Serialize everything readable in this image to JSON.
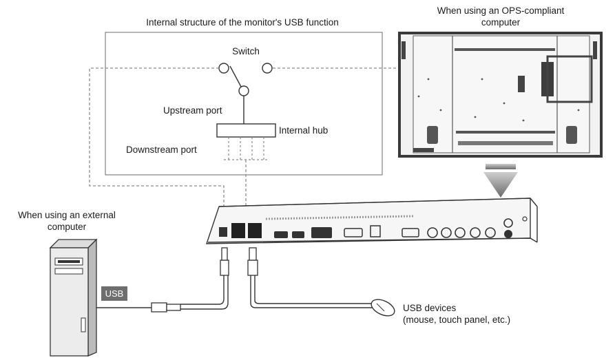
{
  "structure_title": "Internal structure of the monitor's USB function",
  "ops_title_line1": "When using an OPS-compliant",
  "ops_title_line2": "computer",
  "switch_label": "Switch",
  "upstream_label": "Upstream port",
  "hub_label": "Internal hub",
  "downstream_label": "Downstream port",
  "external_title_line1": "When using an external",
  "external_title_line2": "computer",
  "usb_badge": "USB",
  "devices_line1": "USB devices",
  "devices_line2": "(mouse, touch panel, etc.)",
  "colors": {
    "line": "#555555",
    "dashed": "#8a8a8a",
    "badge": "#6e6e6e",
    "panel": "#3a3a3a"
  }
}
